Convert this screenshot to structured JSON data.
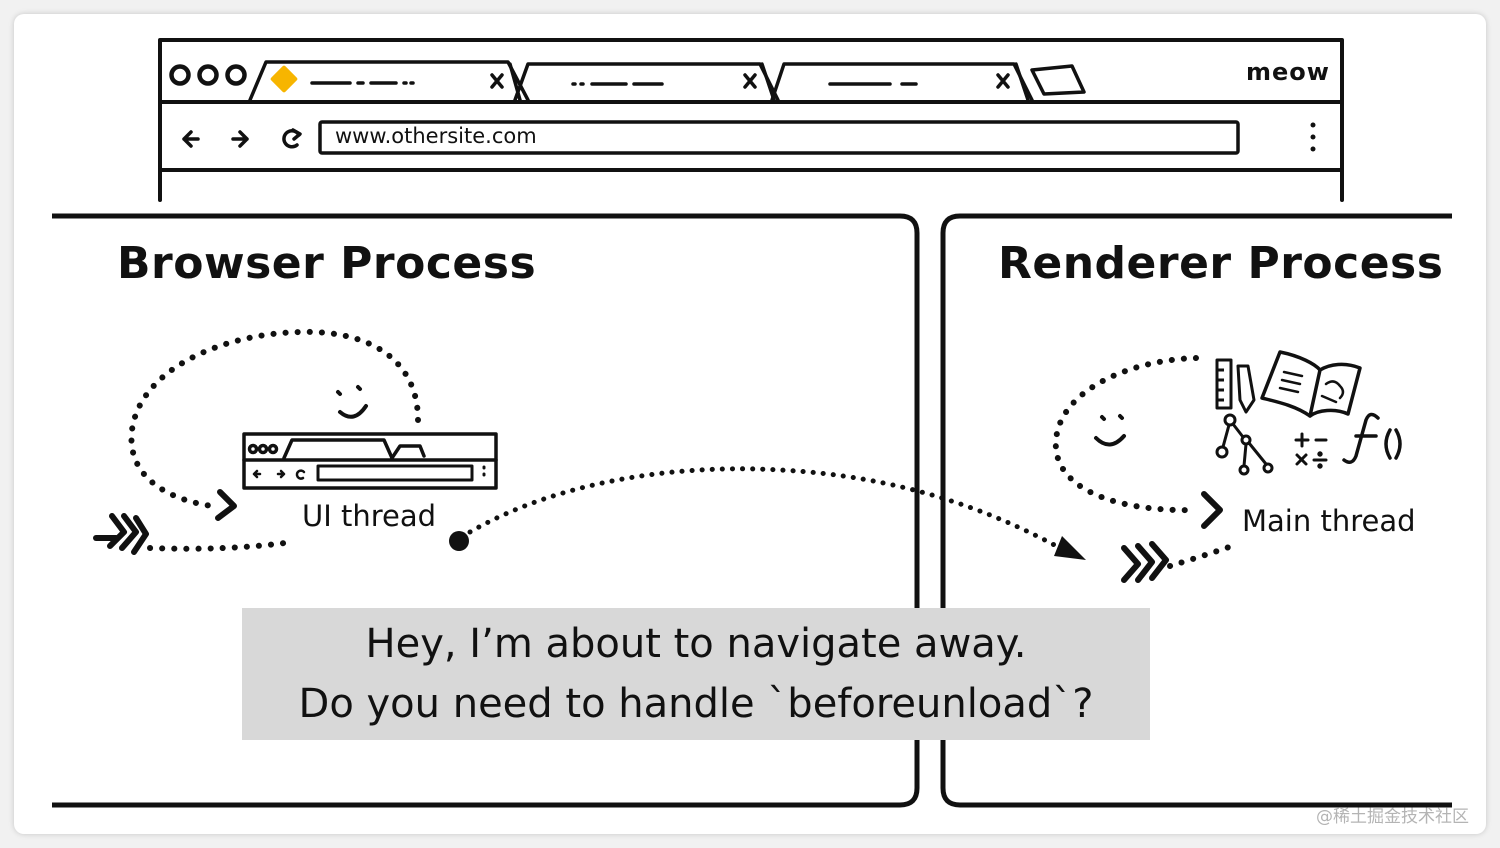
{
  "browser_window": {
    "address_bar_url": "www.othersite.com",
    "profile_label": "meow",
    "tab_accent_color": "#f7b500",
    "icons": [
      "window-controls-icon",
      "back-arrow-icon",
      "forward-arrow-icon",
      "reload-icon",
      "more-menu-icon"
    ]
  },
  "processes": {
    "browser": {
      "title": "Browser Process",
      "thread_label": "UI thread"
    },
    "renderer": {
      "title": "Renderer Process",
      "thread_label": "Main thread"
    }
  },
  "message": {
    "line1": "Hey, I’m about to navigate away.",
    "line2": "Do you need to handle `beforeunload`?",
    "background_color": "#d8d8d8"
  },
  "watermark": "@稀土掘金技术社区"
}
